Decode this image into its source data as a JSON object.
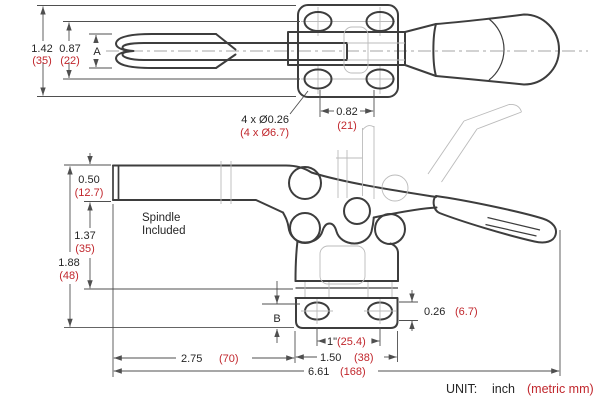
{
  "unit_note": {
    "prefix": "UNIT:",
    "inch": "inch",
    "metric": "(metric mm)"
  },
  "annotations": {
    "spindle_line1": "Spindle",
    "spindle_line2": "Included",
    "holes_callout_in": "4 x Ø0.26",
    "holes_callout_mm": "(4 x Ø6.7)",
    "ref_a": "A",
    "ref_b": "B"
  },
  "dimensions": {
    "base_plate_width": {
      "in": "1.42",
      "mm": "(35)"
    },
    "hole_rows_spacing": {
      "in": "0.87",
      "mm": "(22)"
    },
    "hole_cols_spacing": {
      "in": "0.82",
      "mm": "(21)"
    },
    "bar_height": {
      "in": "0.50",
      "mm": "(12.7)"
    },
    "bar_to_base": {
      "in": "1.37",
      "mm": "(35)"
    },
    "overall_height": {
      "in": "1.88",
      "mm": "(48)"
    },
    "slot_width": {
      "in": "0.26",
      "mm": "(6.7)"
    },
    "bar_reach": {
      "in": "2.75",
      "mm": "(70)"
    },
    "hole_pitch": {
      "in": "1\"",
      "mm": "(25.4)"
    },
    "base_length": {
      "in": "1.50",
      "mm": "(38)"
    },
    "overall_length": {
      "in": "6.61",
      "mm": "(168)"
    }
  },
  "colors": {
    "outline": "#3d3d3d",
    "dimension": "#4f4f4f",
    "metric_red": "#c1272d",
    "construction": "#bbbbbb",
    "background": "#ffffff"
  }
}
